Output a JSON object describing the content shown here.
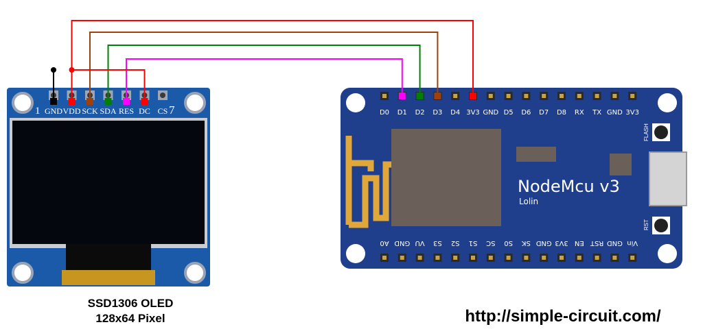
{
  "oled": {
    "caption_line1": "SSD1306 OLED",
    "caption_line2": "128x64 Pixel",
    "num_left": "1",
    "num_right": "7",
    "pins": [
      "GND",
      "VDD",
      "SCK",
      "SDA",
      "RES",
      "DC",
      "CS"
    ]
  },
  "nodemcu": {
    "title": "NodeMcu v3",
    "subtitle": "Lolin",
    "top_pins": [
      "D0",
      "D1",
      "D2",
      "D3",
      "D4",
      "3V3",
      "GND",
      "D5",
      "D6",
      "D7",
      "D8",
      "RX",
      "TX",
      "GND",
      "3V3"
    ],
    "bottom_pins": [
      "A0",
      "GND",
      "VU",
      "S3",
      "S2",
      "S1",
      "SC",
      "S0",
      "SK",
      "GND",
      "3V3",
      "EN",
      "RST",
      "GND",
      "Vin"
    ],
    "flash_label": "FLASH",
    "rst_label": "RST"
  },
  "wires": [
    {
      "from": "GND",
      "to": "GND",
      "color": "#000000"
    },
    {
      "from": "VDD",
      "to": "3V3",
      "color": "#ff0000"
    },
    {
      "from": "SCK",
      "to": "D3",
      "color": "#a0410d"
    },
    {
      "from": "SDA",
      "to": "D2",
      "color": "#008000"
    },
    {
      "from": "RES",
      "to": "D1",
      "color": "#ff00ff"
    },
    {
      "from": "DC",
      "to": "VDD",
      "color": "#ff0000"
    }
  ],
  "colors": {
    "oled_board": "#1a5aa8",
    "oled_screen": "#05070f",
    "nodemcu_board": "#1f3f8c",
    "module": "#6b5f59",
    "antenna": "#e0a73a"
  },
  "website": "http://simple-circuit.com/"
}
